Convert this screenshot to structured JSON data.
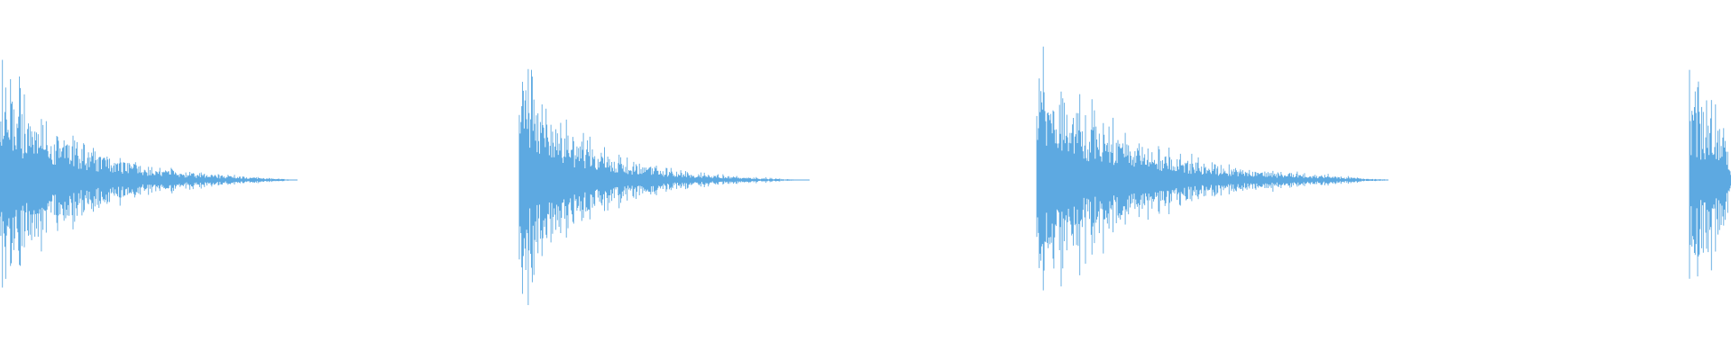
{
  "waveform": {
    "color": "#5DA9E1",
    "background": "#FFFFFF",
    "clips": [
      {
        "peak": 0.94,
        "decay": 4.0
      },
      {
        "peak": 0.98,
        "decay": 4.6
      },
      {
        "peak": 1.0,
        "decay": 3.8
      },
      {
        "peak": 0.78,
        "decay": 0.5
      }
    ]
  }
}
